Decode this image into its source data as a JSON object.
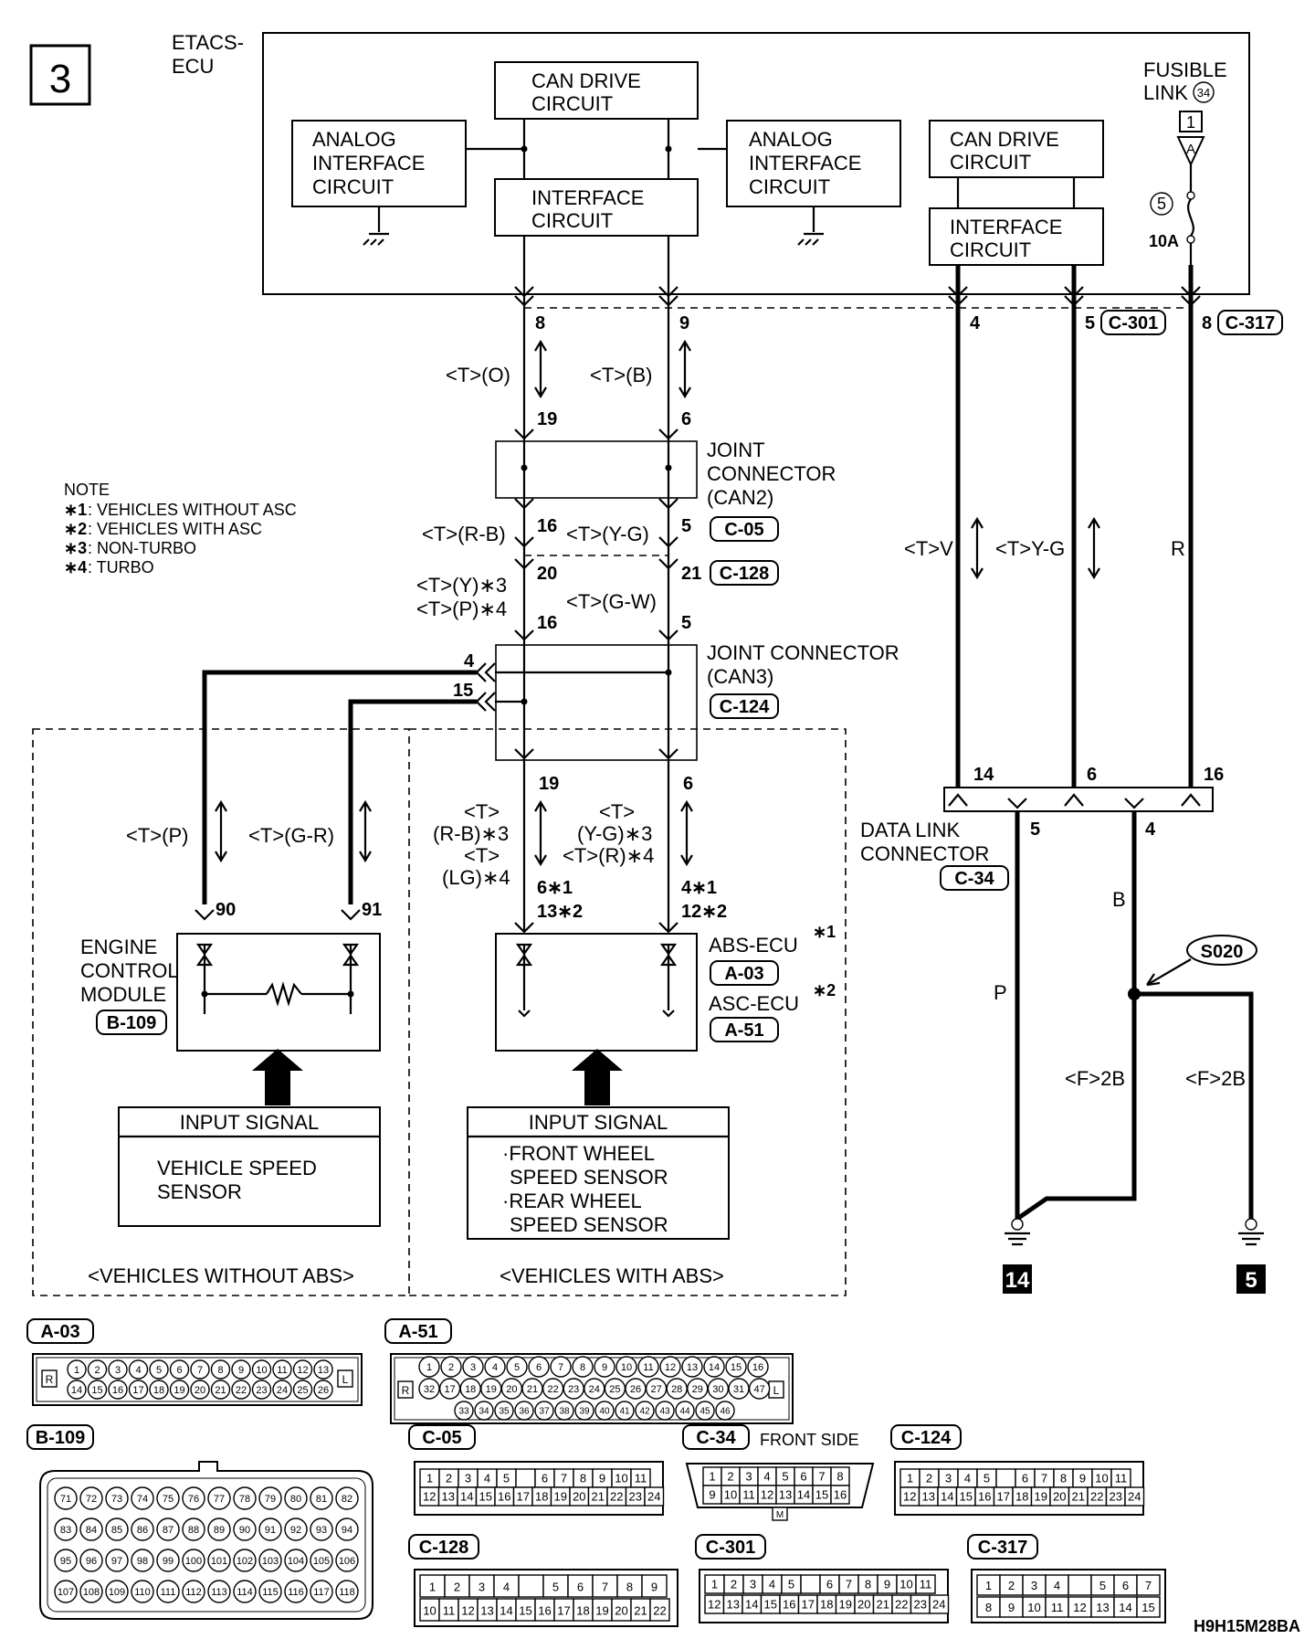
{
  "page": {
    "number": "3",
    "code": "H9H15M28BA"
  },
  "etacs": {
    "title_line1": "ETACS-",
    "title_line2": "ECU",
    "can_drive_1": [
      "CAN DRIVE",
      "CIRCUIT"
    ],
    "analog_left": [
      "ANALOG",
      "INTERFACE",
      "CIRCUIT"
    ],
    "interface_1": [
      "INTERFACE",
      "CIRCUIT"
    ],
    "analog_right": [
      "ANALOG",
      "INTERFACE",
      "CIRCUIT"
    ],
    "can_drive_2": [
      "CAN DRIVE",
      "CIRCUIT"
    ],
    "interface_2": [
      "INTERFACE",
      "CIRCUIT"
    ]
  },
  "fusible": {
    "label1": "FUSIBLE",
    "label2": "LINK",
    "link_no": "34",
    "box_no": "1",
    "tri": "A",
    "fuse_no": "5",
    "rating": "10A"
  },
  "notes": {
    "title": "NOTE",
    "items": [
      {
        "mark": "∗1",
        "text": ": VEHICLES WITHOUT ASC"
      },
      {
        "mark": "∗2",
        "text": ": VEHICLES WITH ASC"
      },
      {
        "mark": "∗3",
        "text": ": NON-TURBO"
      },
      {
        "mark": "∗4",
        "text": ": TURBO"
      }
    ]
  },
  "pins": {
    "p8": "8",
    "p9": "9",
    "p4": "4",
    "p5": "5",
    "p8b": "8",
    "p19": "19",
    "p6": "6",
    "p16": "16",
    "p5b": "5",
    "p20": "20",
    "p21": "21",
    "p16b": "16",
    "p5c": "5",
    "p4b": "4",
    "p15": "15",
    "p19b": "19",
    "p6b": "6",
    "p90": "90",
    "p91": "91",
    "p6s1": "6∗1",
    "p13s2": "13∗2",
    "p4s1": "4∗1",
    "p12s2": "12∗2",
    "p14": "14",
    "p6c": "6",
    "p16c": "16",
    "p5d": "5",
    "p4c": "4"
  },
  "wires": {
    "t_o": "<T>(O)",
    "t_b": "<T>(B)",
    "t_rb": "<T>(R-B)",
    "t_yg": "<T>(Y-G)",
    "t_y3": "<T>(Y)∗3",
    "t_p4": "<T>(P)∗4",
    "t_gw": "<T>(G-W)",
    "t_p": "<T>(P)",
    "t_gr": "<T>(G-R)",
    "t_rb3_a": "<T>",
    "t_rb3_b": "(R-B)∗3",
    "t_lg4_a": "<T>",
    "t_lg4_b": "(LG)∗4",
    "t_yg3_a": "<T>",
    "t_yg3_b": "(Y-G)∗3",
    "t_r4": "<T>(R)∗4",
    "t_v": "<T>V",
    "t_yg2": "<T>Y-G",
    "r": "R",
    "b": "B",
    "p": "P",
    "f2b_1": "<F>2B",
    "f2b_2": "<F>2B"
  },
  "connectors": {
    "c301": "C-301",
    "c317": "C-317",
    "c05": "C-05",
    "c128": "C-128",
    "c124": "C-124",
    "c34": "C-34",
    "b109": "B-109",
    "a03": "A-03",
    "a51": "A-51"
  },
  "joint_can2": [
    "JOINT",
    "CONNECTOR",
    "(CAN2)"
  ],
  "joint_can3": [
    "JOINT CONNECTOR",
    "(CAN3)"
  ],
  "dlc": [
    "DATA LINK",
    "CONNECTOR"
  ],
  "ecm": [
    "ENGINE",
    "CONTROL",
    "MODULE"
  ],
  "abs_ecu": "ABS-ECU",
  "asc_ecu": "ASC-ECU",
  "star1": "∗1",
  "star2": "∗2",
  "splice": "S020",
  "grounds": {
    "g1": "14",
    "g2": "5"
  },
  "input_left": {
    "title": "INPUT SIGNAL",
    "lines": [
      "VEHICLE SPEED",
      "SENSOR"
    ]
  },
  "input_right": {
    "title": "INPUT SIGNAL",
    "lines": [
      "·FRONT WHEEL",
      "SPEED SENSOR",
      "·REAR WHEEL",
      "SPEED SENSOR"
    ]
  },
  "regions": {
    "left": "<VEHICLES WITHOUT ABS>",
    "right": "<VEHICLES WITH ABS>"
  },
  "connector_views": {
    "a03": {
      "tag": "A-03",
      "left": "R",
      "right": "L",
      "row1": [
        "1",
        "2",
        "3",
        "4",
        "5",
        "6",
        "7",
        "8",
        "9",
        "10",
        "11",
        "12",
        "13"
      ],
      "row2": [
        "14",
        "15",
        "16",
        "17",
        "18",
        "19",
        "20",
        "21",
        "22",
        "23",
        "24",
        "25",
        "26"
      ]
    },
    "a51": {
      "tag": "A-51",
      "left": "R",
      "right": "L",
      "row1": [
        "1",
        "2",
        "3",
        "4",
        "5",
        "6",
        "7",
        "8",
        "9",
        "10",
        "11",
        "12",
        "13",
        "14",
        "15",
        "16"
      ],
      "row2": [
        "32",
        "17",
        "18",
        "19",
        "20",
        "21",
        "22",
        "23",
        "24",
        "25",
        "26",
        "27",
        "28",
        "29",
        "30",
        "31",
        "47"
      ],
      "row3": [
        "33",
        "34",
        "35",
        "36",
        "37",
        "38",
        "39",
        "40",
        "41",
        "42",
        "43",
        "44",
        "45",
        "46"
      ]
    },
    "b109": {
      "tag": "B-109",
      "row1": [
        "71",
        "72",
        "73",
        "74",
        "75",
        "76",
        "77",
        "78",
        "79",
        "80",
        "81",
        "82"
      ],
      "row2": [
        "83",
        "84",
        "85",
        "86",
        "87",
        "88",
        "89",
        "90",
        "91",
        "92",
        "93",
        "94"
      ],
      "row3": [
        "95",
        "96",
        "97",
        "98",
        "99",
        "100",
        "101",
        "102",
        "103",
        "104",
        "105",
        "106"
      ],
      "row4": [
        "107",
        "108",
        "109",
        "110",
        "111",
        "112",
        "113",
        "114",
        "115",
        "116",
        "117",
        "118"
      ]
    },
    "c05": {
      "tag": "C-05",
      "row1": [
        "1",
        "2",
        "3",
        "4",
        "5",
        "",
        "6",
        "7",
        "8",
        "9",
        "10",
        "11"
      ],
      "row2": [
        "12",
        "13",
        "14",
        "15",
        "16",
        "17",
        "18",
        "19",
        "20",
        "21",
        "22",
        "23",
        "24"
      ]
    },
    "c34": {
      "tag": "C-34",
      "side": "FRONT SIDE",
      "m": "M",
      "row1": [
        "1",
        "2",
        "3",
        "4",
        "5",
        "6",
        "7",
        "8"
      ],
      "row2": [
        "9",
        "10",
        "11",
        "12",
        "13",
        "14",
        "15",
        "16"
      ]
    },
    "c124": {
      "tag": "C-124",
      "row1": [
        "1",
        "2",
        "3",
        "4",
        "5",
        "",
        "6",
        "7",
        "8",
        "9",
        "10",
        "11"
      ],
      "row2": [
        "12",
        "13",
        "14",
        "15",
        "16",
        "17",
        "18",
        "19",
        "20",
        "21",
        "22",
        "23",
        "24"
      ]
    },
    "c128": {
      "tag": "C-128",
      "row1": [
        "1",
        "2",
        "3",
        "4",
        "",
        "5",
        "6",
        "7",
        "8",
        "9"
      ],
      "row2": [
        "10",
        "11",
        "12",
        "13",
        "14",
        "15",
        "16",
        "17",
        "18",
        "19",
        "20",
        "21",
        "22"
      ]
    },
    "c301": {
      "tag": "C-301",
      "row1": [
        "1",
        "2",
        "3",
        "4",
        "5",
        "",
        "6",
        "7",
        "8",
        "9",
        "10",
        "11"
      ],
      "row2": [
        "12",
        "13",
        "14",
        "15",
        "16",
        "17",
        "18",
        "19",
        "20",
        "21",
        "22",
        "23",
        "24"
      ]
    },
    "c317": {
      "tag": "C-317",
      "row1": [
        "1",
        "2",
        "3",
        "4",
        "",
        "5",
        "6",
        "7"
      ],
      "row2": [
        "8",
        "9",
        "10",
        "11",
        "12",
        "13",
        "14",
        "15"
      ]
    }
  }
}
